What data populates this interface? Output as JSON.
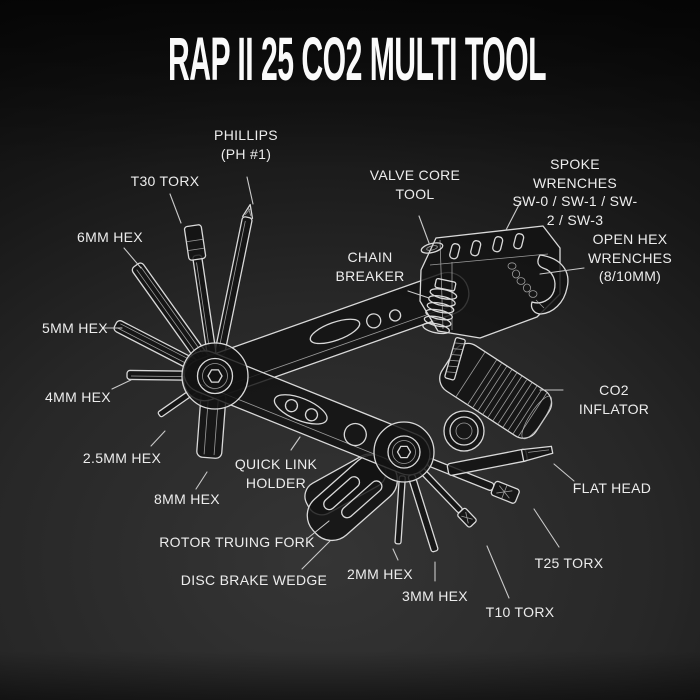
{
  "title": "RAP II 25 CO2 MULTI TOOL",
  "colors": {
    "background_center": "#353535",
    "background_edge": "#0a0a0a",
    "line_art": "#d9d9d9",
    "label_text": "#ededed",
    "title_text": "#fafafa"
  },
  "callouts": {
    "phillips": {
      "text": "PHILLIPS\n(PH #1)"
    },
    "t30_torx": {
      "text": "T30 TORX"
    },
    "hex_6mm": {
      "text": "6MM HEX"
    },
    "hex_5mm": {
      "text": "5MM HEX"
    },
    "hex_4mm": {
      "text": "4MM HEX"
    },
    "hex_2_5mm": {
      "text": "2.5MM HEX"
    },
    "hex_8mm": {
      "text": "8MM HEX"
    },
    "valve_core": {
      "text": "VALVE CORE\nTOOL"
    },
    "spoke_wrenches": {
      "text": "SPOKE WRENCHES\nSW-0 / SW-1 / SW-2 / SW-3"
    },
    "open_hex": {
      "text": "OPEN HEX\nWRENCHES\n(8/10MM)"
    },
    "chain_breaker": {
      "text": "CHAIN\nBREAKER"
    },
    "co2_inflator": {
      "text": "CO2 INFLATOR"
    },
    "flat_head": {
      "text": "FLAT HEAD"
    },
    "t25_torx": {
      "text": "T25 TORX"
    },
    "t10_torx": {
      "text": "T10 TORX"
    },
    "hex_3mm": {
      "text": "3MM HEX"
    },
    "hex_2mm": {
      "text": "2MM HEX"
    },
    "disc_brake_wedge": {
      "text": "DISC BRAKE WEDGE"
    },
    "rotor_truing_fork": {
      "text": "ROTOR TRUING FORK"
    },
    "quick_link_holder": {
      "text": "QUICK LINK\nHOLDER"
    }
  }
}
